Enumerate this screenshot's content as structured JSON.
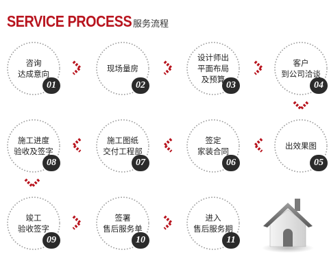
{
  "header": {
    "title_en": "SERVICE PROCESS",
    "title_cn": "服务流程"
  },
  "colors": {
    "accent_red": "#b8141e",
    "badge_dark": "#2b2b2b",
    "ring_gray": "#9a9a9a"
  },
  "steps": [
    {
      "label": "咨询\n达成意向",
      "num": "01"
    },
    {
      "label": "现场量房",
      "num": "02"
    },
    {
      "label": "设计师出\n平面布局\n及预算",
      "num": "03"
    },
    {
      "label": "客户\n到公司洽谈",
      "num": "04"
    },
    {
      "label": "出效果图",
      "num": "05"
    },
    {
      "label": "签定\n家装合同",
      "num": "06"
    },
    {
      "label": "施工图纸\n交付工程部",
      "num": "07"
    },
    {
      "label": "施工进度\n验收及签字",
      "num": "08"
    },
    {
      "label": "竣工\n验收签字",
      "num": "09"
    },
    {
      "label": "签署\n售后服务单",
      "num": "10"
    },
    {
      "label": "进入\n售后服务期",
      "num": "11"
    }
  ],
  "icons": {
    "arrow_right": "chevron-right-icon",
    "arrow_left": "chevron-left-icon",
    "arrow_down": "chevron-down-icon",
    "house": "house-icon"
  }
}
